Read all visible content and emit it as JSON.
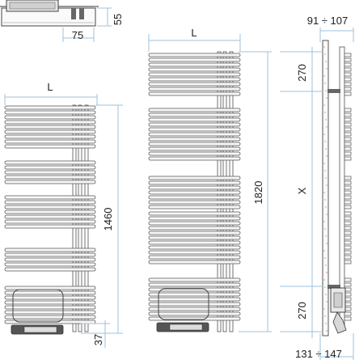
{
  "title": "",
  "top_view": {
    "depth_label": "75",
    "height_label": "55"
  },
  "radiator_small": {
    "width_label": "L",
    "height_label": "1460",
    "bottom_offset_label": "37"
  },
  "radiator_large": {
    "width_label": "L",
    "height_label": "1820"
  },
  "side_view": {
    "wall_distance_top_label": "91 ÷ 107",
    "bracket_top_label": "270",
    "center_label": "X",
    "bracket_bottom_label": "270",
    "wall_distance_bottom_label": "131 ÷ 147"
  },
  "colors": {
    "line": "#333333",
    "dimension": "#9cc2dc",
    "tube_fill": "#f7f7f7",
    "element_fill": "#555555"
  }
}
